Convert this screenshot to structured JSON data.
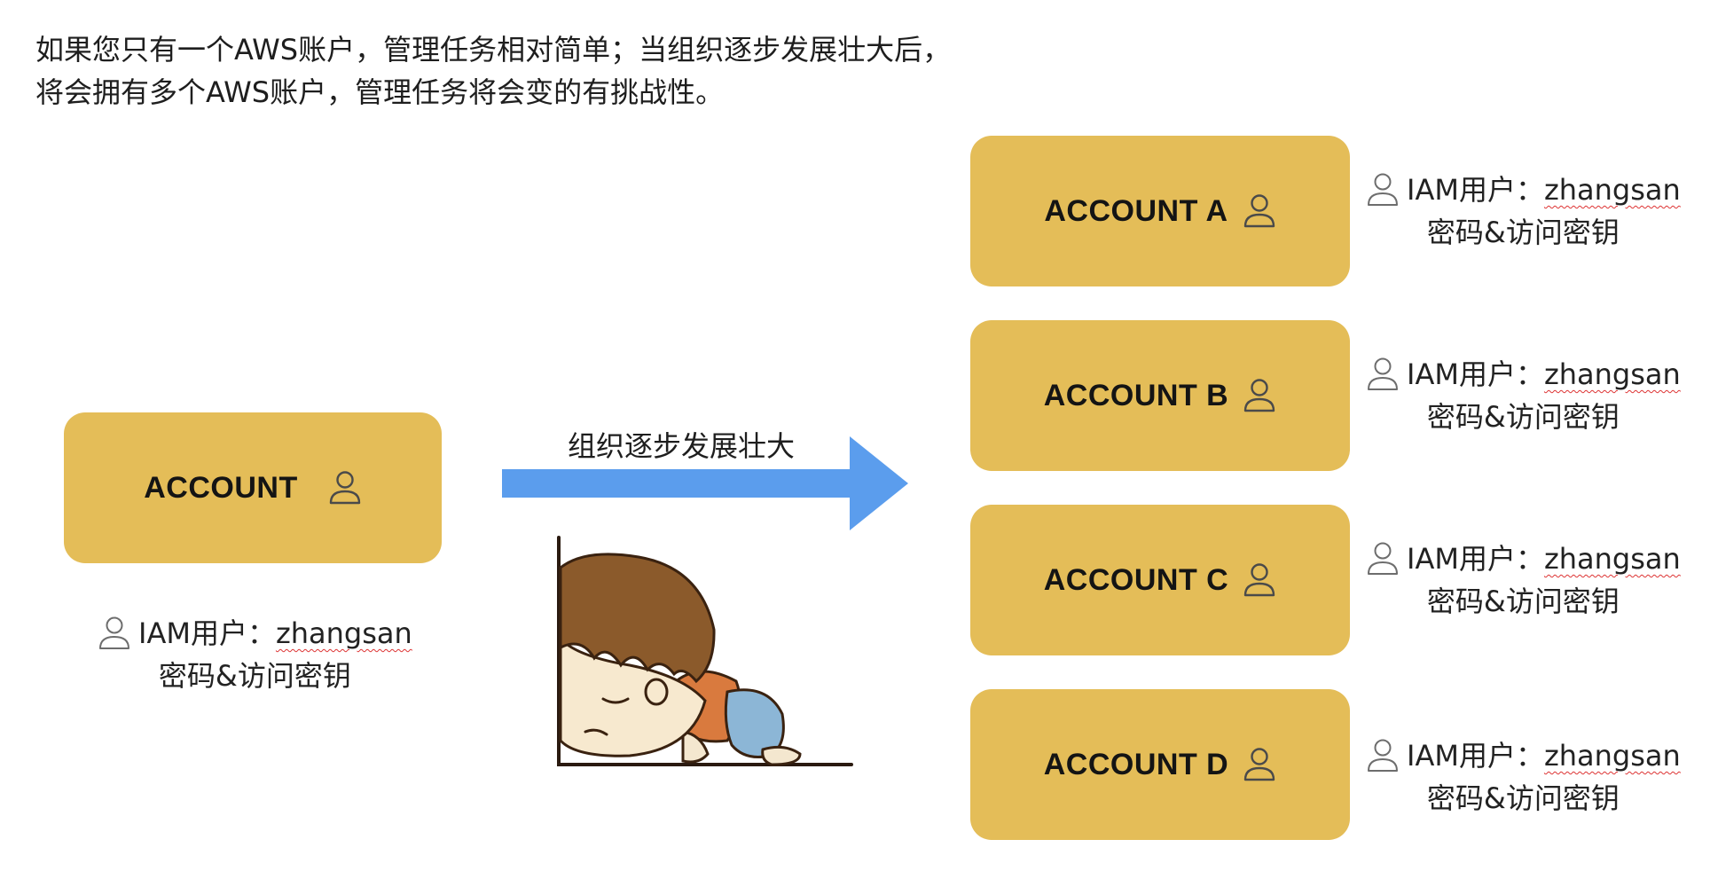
{
  "intro": {
    "line1": "如果您只有一个AWS账户，管理任务相对简单；当组织逐步发展壮大后，",
    "line2": "将会拥有多个AWS账户，管理任务将会变的有挑战性。"
  },
  "single": {
    "account_label": "ACCOUNT",
    "iam_prefix": "IAM用户：",
    "iam_user": "zhangsan",
    "credentials": "密码&访问密钥"
  },
  "growth_label": "组织逐步发展壮大",
  "accounts": [
    {
      "label": "ACCOUNT A",
      "iam_prefix": "IAM用户：",
      "iam_user": "zhangsan",
      "credentials": "密码&访问密钥"
    },
    {
      "label": "ACCOUNT B",
      "iam_prefix": "IAM用户：",
      "iam_user": "zhangsan",
      "credentials": "密码&访问密钥"
    },
    {
      "label": "ACCOUNT C",
      "iam_prefix": "IAM用户：",
      "iam_user": "zhangsan",
      "credentials": "密码&访问密钥"
    },
    {
      "label": "ACCOUNT D",
      "iam_prefix": "IAM用户：",
      "iam_user": "zhangsan",
      "credentials": "密码&访问密钥"
    }
  ],
  "colors": {
    "account_fill": "#e4bd58",
    "arrow": "#5b9ded",
    "user_icon_in_box": "#4a4a4a",
    "user_icon_outline": "#6d6d6d"
  },
  "icons": {
    "user": "user-outline-icon",
    "illustration": "frustrated-kid-illustration"
  }
}
